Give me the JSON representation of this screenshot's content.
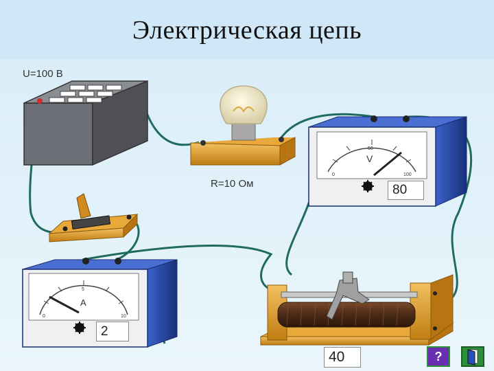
{
  "title": "Электрическая цепь",
  "source_label": "U=100 В",
  "resistor_label": "R=10 Ом",
  "voltmeter": {
    "symbol": "V",
    "reading": "80",
    "scale_mid": "50",
    "scale_min": "0",
    "scale_max": "100"
  },
  "ammeter": {
    "symbol": "A",
    "reading": "2",
    "scale_mid": "5",
    "scale_min": "0",
    "scale_max": "10"
  },
  "rheostat": {
    "reading": "40"
  },
  "controls": {
    "help_label": "?",
    "exit_icon": "door-icon"
  },
  "colors": {
    "wire": "#1f6b5e",
    "meter_body": "#2348a8",
    "wood": "#d9961e",
    "battery": "#6b6e74",
    "help_button": "#6a2fb0"
  }
}
